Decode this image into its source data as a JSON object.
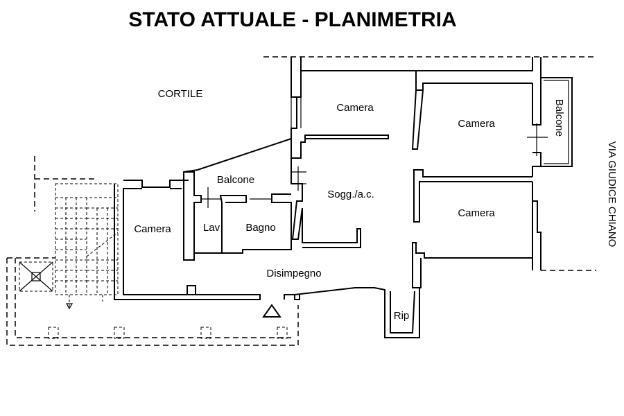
{
  "title": "STATO ATTUALE - PLANIMETRIA",
  "labels": {
    "cortile": "CORTILE",
    "camera_top_left": "Camera",
    "camera_top_right": "Camera",
    "balcone_right": "Balcone",
    "balcone_center": "Balcone",
    "soggiorno": "Sogg./a.c.",
    "camera_left": "Camera",
    "lav": "Lav",
    "bagno": "Bagno",
    "camera_right": "Camera",
    "disimpegno": "Disimpegno",
    "rip": "Rip",
    "street": "VIA GIUDICE CHIANO"
  },
  "colors": {
    "lines": "#000000",
    "background": "#ffffff"
  }
}
